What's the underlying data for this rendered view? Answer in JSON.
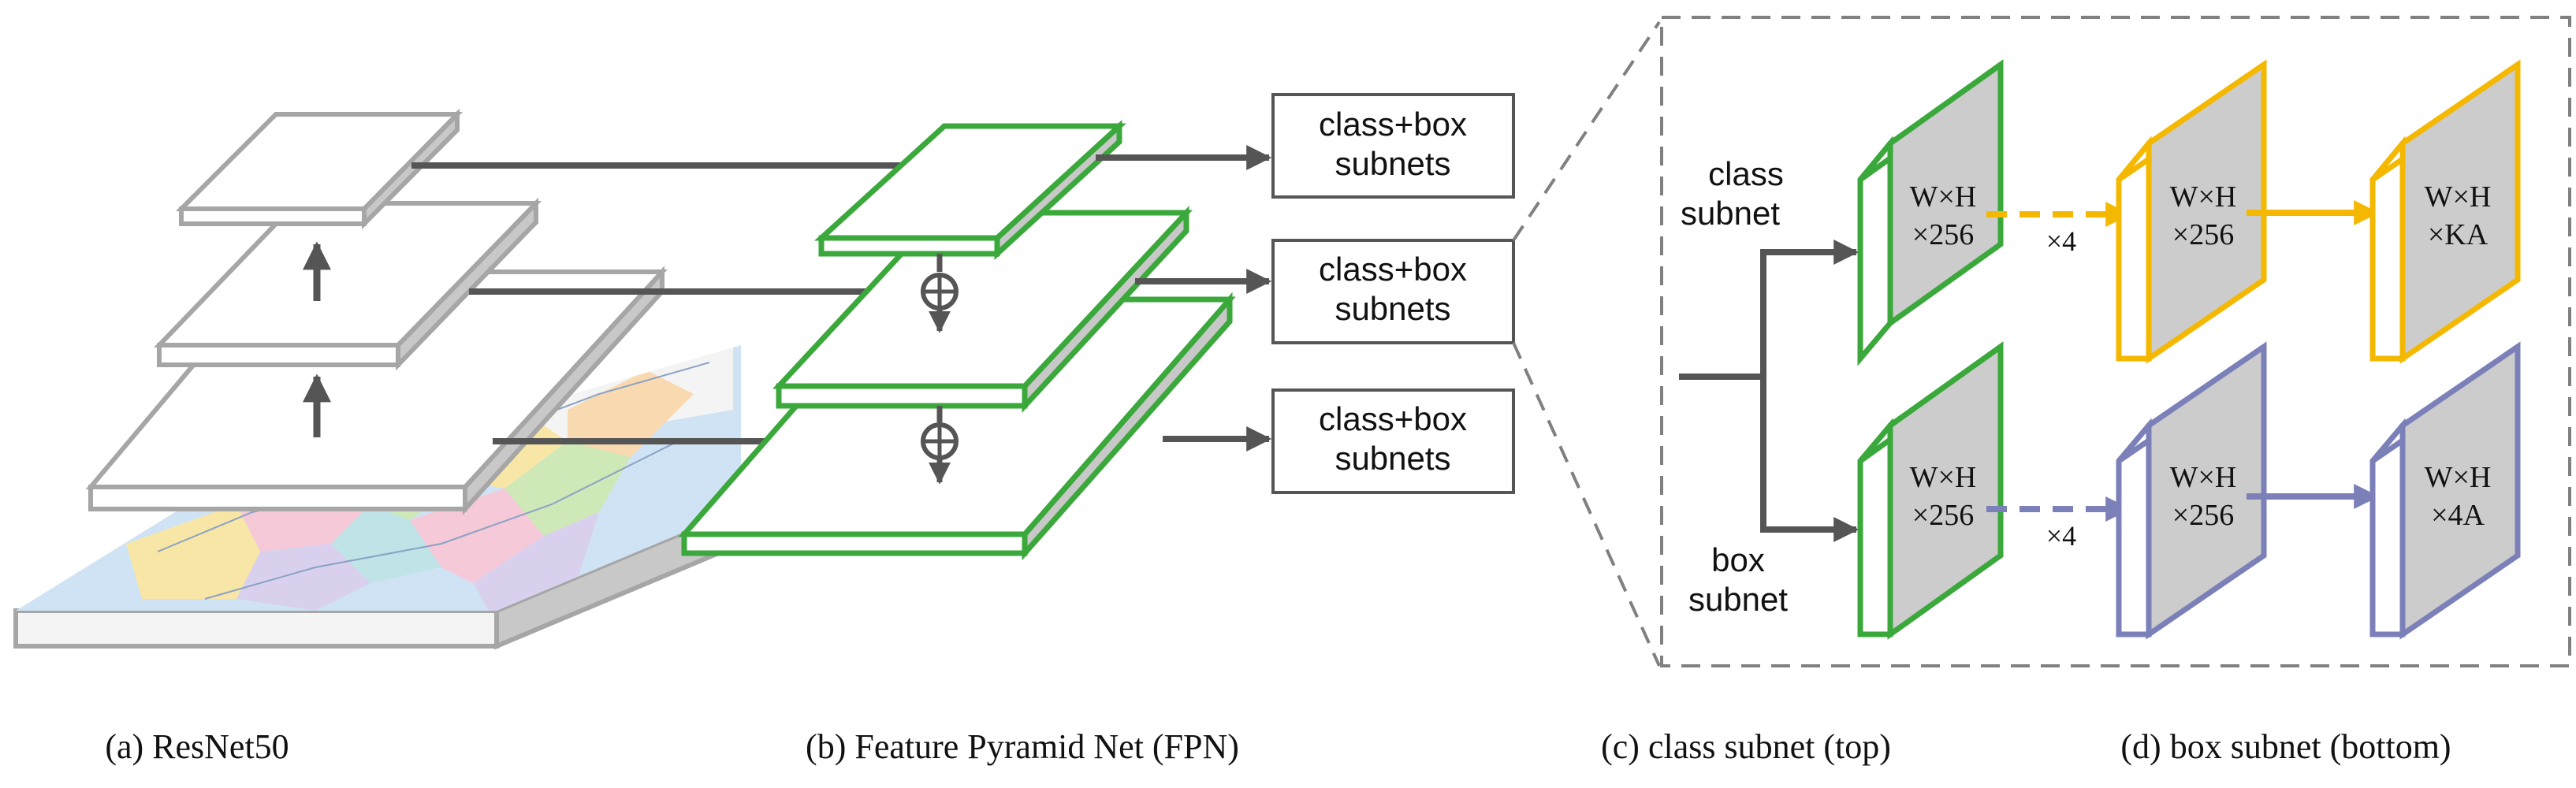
{
  "colors": {
    "backbone": "#a6a6a6",
    "fpn": "#3aa83a",
    "class_branch": "#f5b800",
    "box_branch": "#7b80b8",
    "arrow": "#555555",
    "dashed_frame": "#808080",
    "map_sea": "#cfe3f5",
    "map_land": [
      "#f6c9d8",
      "#cfe8b8",
      "#f8e6a6",
      "#d9d0ee",
      "#bfe3e6"
    ]
  },
  "resnet": {
    "caption": "(a) ResNet50"
  },
  "fpn": {
    "caption": "(b) Feature Pyramid Net (FPN)",
    "outputs": [
      {
        "line1": "class+box",
        "line2": "subnets"
      },
      {
        "line1": "class+box",
        "line2": "subnets"
      },
      {
        "line1": "class+box",
        "line2": "subnets"
      }
    ]
  },
  "subnets": {
    "class_label_1": "class",
    "class_label_2": "subnet",
    "box_label_1": "box",
    "box_label_2": "subnet",
    "class_head": {
      "first": {
        "line1": "W×H",
        "line2": "×256"
      },
      "repeat": "×4",
      "middle": {
        "line1": "W×H",
        "line2": "×256"
      },
      "output": {
        "line1": "W×H",
        "line2": "×KA"
      }
    },
    "box_head": {
      "first": {
        "line1": "W×H",
        "line2": "×256"
      },
      "repeat": "×4",
      "middle": {
        "line1": "W×H",
        "line2": "×256"
      },
      "output": {
        "line1": "W×H",
        "line2": "×4A"
      }
    }
  },
  "captions": {
    "class_subnet": "(c) class subnet (top)",
    "box_subnet": "(d) box subnet (bottom)"
  }
}
